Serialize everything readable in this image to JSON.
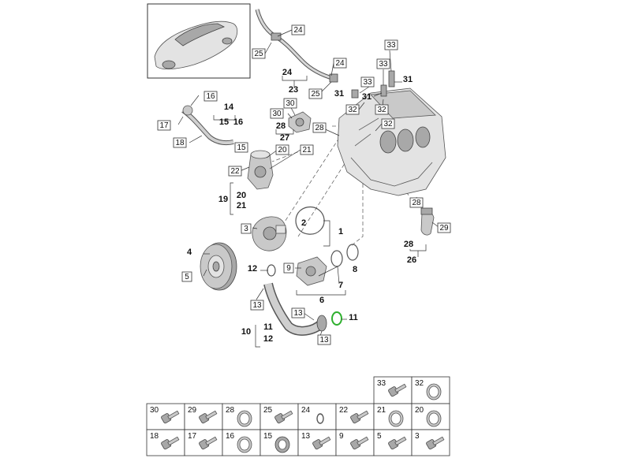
{
  "boxed_callouts": [
    {
      "id": "c24a",
      "text": "24"
    },
    {
      "id": "c25a",
      "text": "25"
    },
    {
      "id": "c24b",
      "text": "24"
    },
    {
      "id": "c25b",
      "text": "25"
    },
    {
      "id": "c33a",
      "text": "33"
    },
    {
      "id": "c33b",
      "text": "33"
    },
    {
      "id": "c33c",
      "text": "33"
    },
    {
      "id": "c32a",
      "text": "32"
    },
    {
      "id": "c32b",
      "text": "32"
    },
    {
      "id": "c32c",
      "text": "32"
    },
    {
      "id": "c30a",
      "text": "30"
    },
    {
      "id": "c30b",
      "text": "30"
    },
    {
      "id": "c28a",
      "text": "28"
    },
    {
      "id": "c16",
      "text": "16"
    },
    {
      "id": "c17",
      "text": "17"
    },
    {
      "id": "c18",
      "text": "18"
    },
    {
      "id": "c15",
      "text": "15"
    },
    {
      "id": "c20",
      "text": "20"
    },
    {
      "id": "c21",
      "text": "21"
    },
    {
      "id": "c22",
      "text": "22"
    },
    {
      "id": "c3",
      "text": "3"
    },
    {
      "id": "c5",
      "text": "5"
    },
    {
      "id": "c9",
      "text": "9"
    },
    {
      "id": "c13a",
      "text": "13"
    },
    {
      "id": "c13b",
      "text": "13"
    },
    {
      "id": "c13c",
      "text": "13"
    },
    {
      "id": "c28b",
      "text": "28"
    },
    {
      "id": "c29",
      "text": "29"
    }
  ],
  "plain_callouts": [
    {
      "id": "p24",
      "text": "24"
    },
    {
      "id": "p23",
      "text": "23"
    },
    {
      "id": "p31a",
      "text": "31"
    },
    {
      "id": "p31b",
      "text": "31"
    },
    {
      "id": "p31c",
      "text": "31"
    },
    {
      "id": "p14",
      "text": "14"
    },
    {
      "id": "p15",
      "text": "15"
    },
    {
      "id": "p16",
      "text": "16"
    },
    {
      "id": "p28",
      "text": "28"
    },
    {
      "id": "p27",
      "text": "27"
    },
    {
      "id": "p19",
      "text": "19"
    },
    {
      "id": "p20",
      "text": "20"
    },
    {
      "id": "p21",
      "text": "21"
    },
    {
      "id": "p2",
      "text": "2"
    },
    {
      "id": "p1",
      "text": "1"
    },
    {
      "id": "p4",
      "text": "4"
    },
    {
      "id": "p12",
      "text": "12"
    },
    {
      "id": "p7",
      "text": "7"
    },
    {
      "id": "p8",
      "text": "8"
    },
    {
      "id": "p6",
      "text": "6"
    },
    {
      "id": "p11a",
      "text": "11"
    },
    {
      "id": "p10",
      "text": "10"
    },
    {
      "id": "p11b",
      "text": "11"
    },
    {
      "id": "p12b",
      "text": "12"
    },
    {
      "id": "p28c",
      "text": "28"
    },
    {
      "id": "p26",
      "text": "26"
    }
  ],
  "parts_table": {
    "top_row": [
      {
        "number": "33",
        "kind": "bolt"
      },
      {
        "number": "32",
        "kind": "ring"
      }
    ],
    "middle_row": [
      {
        "number": "30",
        "kind": "bolt"
      },
      {
        "number": "29",
        "kind": "bolt"
      },
      {
        "number": "28",
        "kind": "ring"
      },
      {
        "number": "25",
        "kind": "bolt"
      },
      {
        "number": "24",
        "kind": "ring-small"
      },
      {
        "number": "22",
        "kind": "bolt"
      },
      {
        "number": "21",
        "kind": "ring"
      },
      {
        "number": "20",
        "kind": "ring"
      }
    ],
    "bottom_row": [
      {
        "number": "18",
        "kind": "bolt"
      },
      {
        "number": "17",
        "kind": "bolt"
      },
      {
        "number": "16",
        "kind": "ring"
      },
      {
        "number": "15",
        "kind": "ring-thick"
      },
      {
        "number": "13",
        "kind": "bolt"
      },
      {
        "number": "9",
        "kind": "bolt"
      },
      {
        "number": "5",
        "kind": "bolt"
      },
      {
        "number": "3",
        "kind": "bolt"
      }
    ]
  },
  "colors": {
    "highlight_ring": "#2fb02f"
  }
}
